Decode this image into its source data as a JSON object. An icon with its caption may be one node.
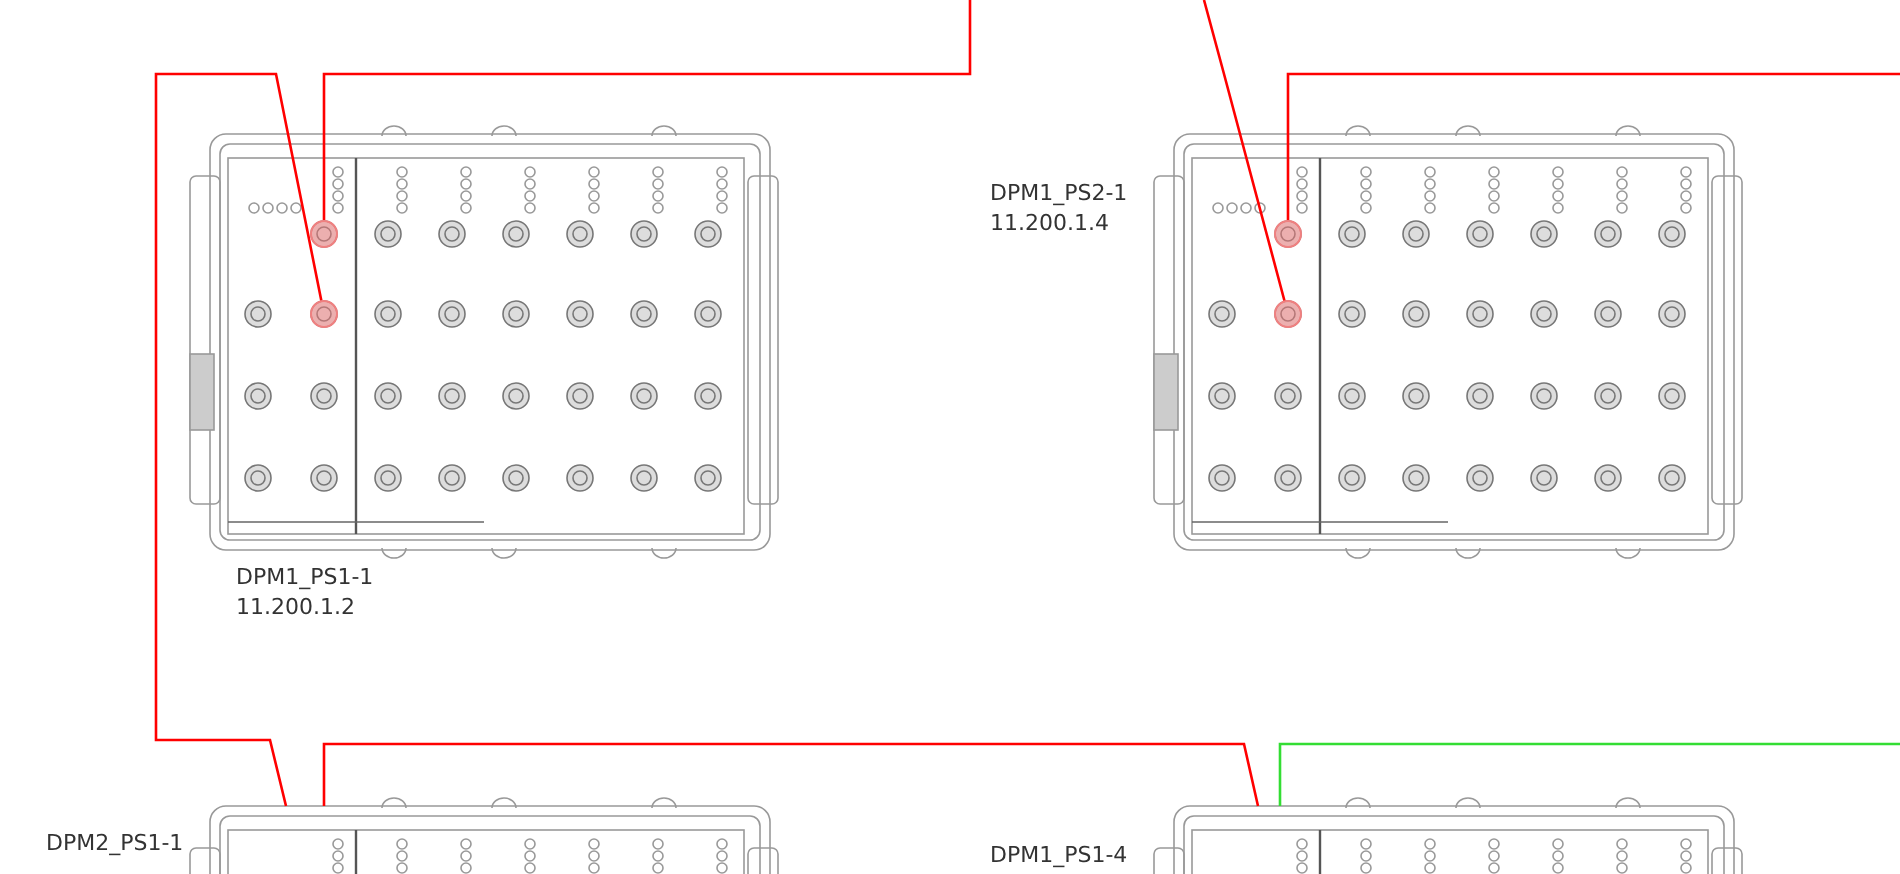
{
  "diagram": {
    "nodes": [
      {
        "text": [
          "DPM1_PS1-1",
          "11.200.1.2"
        ]
      },
      {
        "text": [],
        "shape": "circle",
        "in": 0
      },
      {
        "text": [],
        "shape": "circle",
        "in": 0
      },
      {
        "text": [
          "DPM1_PS2-1",
          "11.200.1.4"
        ]
      },
      {
        "text": [],
        "shape": "circle",
        "in": 3
      },
      {
        "text": [],
        "shape": "circle",
        "in": 3
      },
      {
        "text": [
          "DPM2_PS1-1"
        ]
      },
      {
        "text": [
          "DPM1_PS1-4"
        ]
      }
    ],
    "edges": [
      {
        "from": 1,
        "to": null,
        "arrow": "none"
      },
      {
        "from": 2,
        "to": 6,
        "arrow": "none"
      },
      {
        "from": 4,
        "to": null,
        "arrow": "none"
      },
      {
        "from": 5,
        "to": null,
        "arrow": "none"
      },
      {
        "from": 6,
        "to": 7,
        "arrow": "none"
      },
      {
        "from": 7,
        "to": null,
        "arrow": "none",
        "color": "#33dd33"
      }
    ]
  }
}
